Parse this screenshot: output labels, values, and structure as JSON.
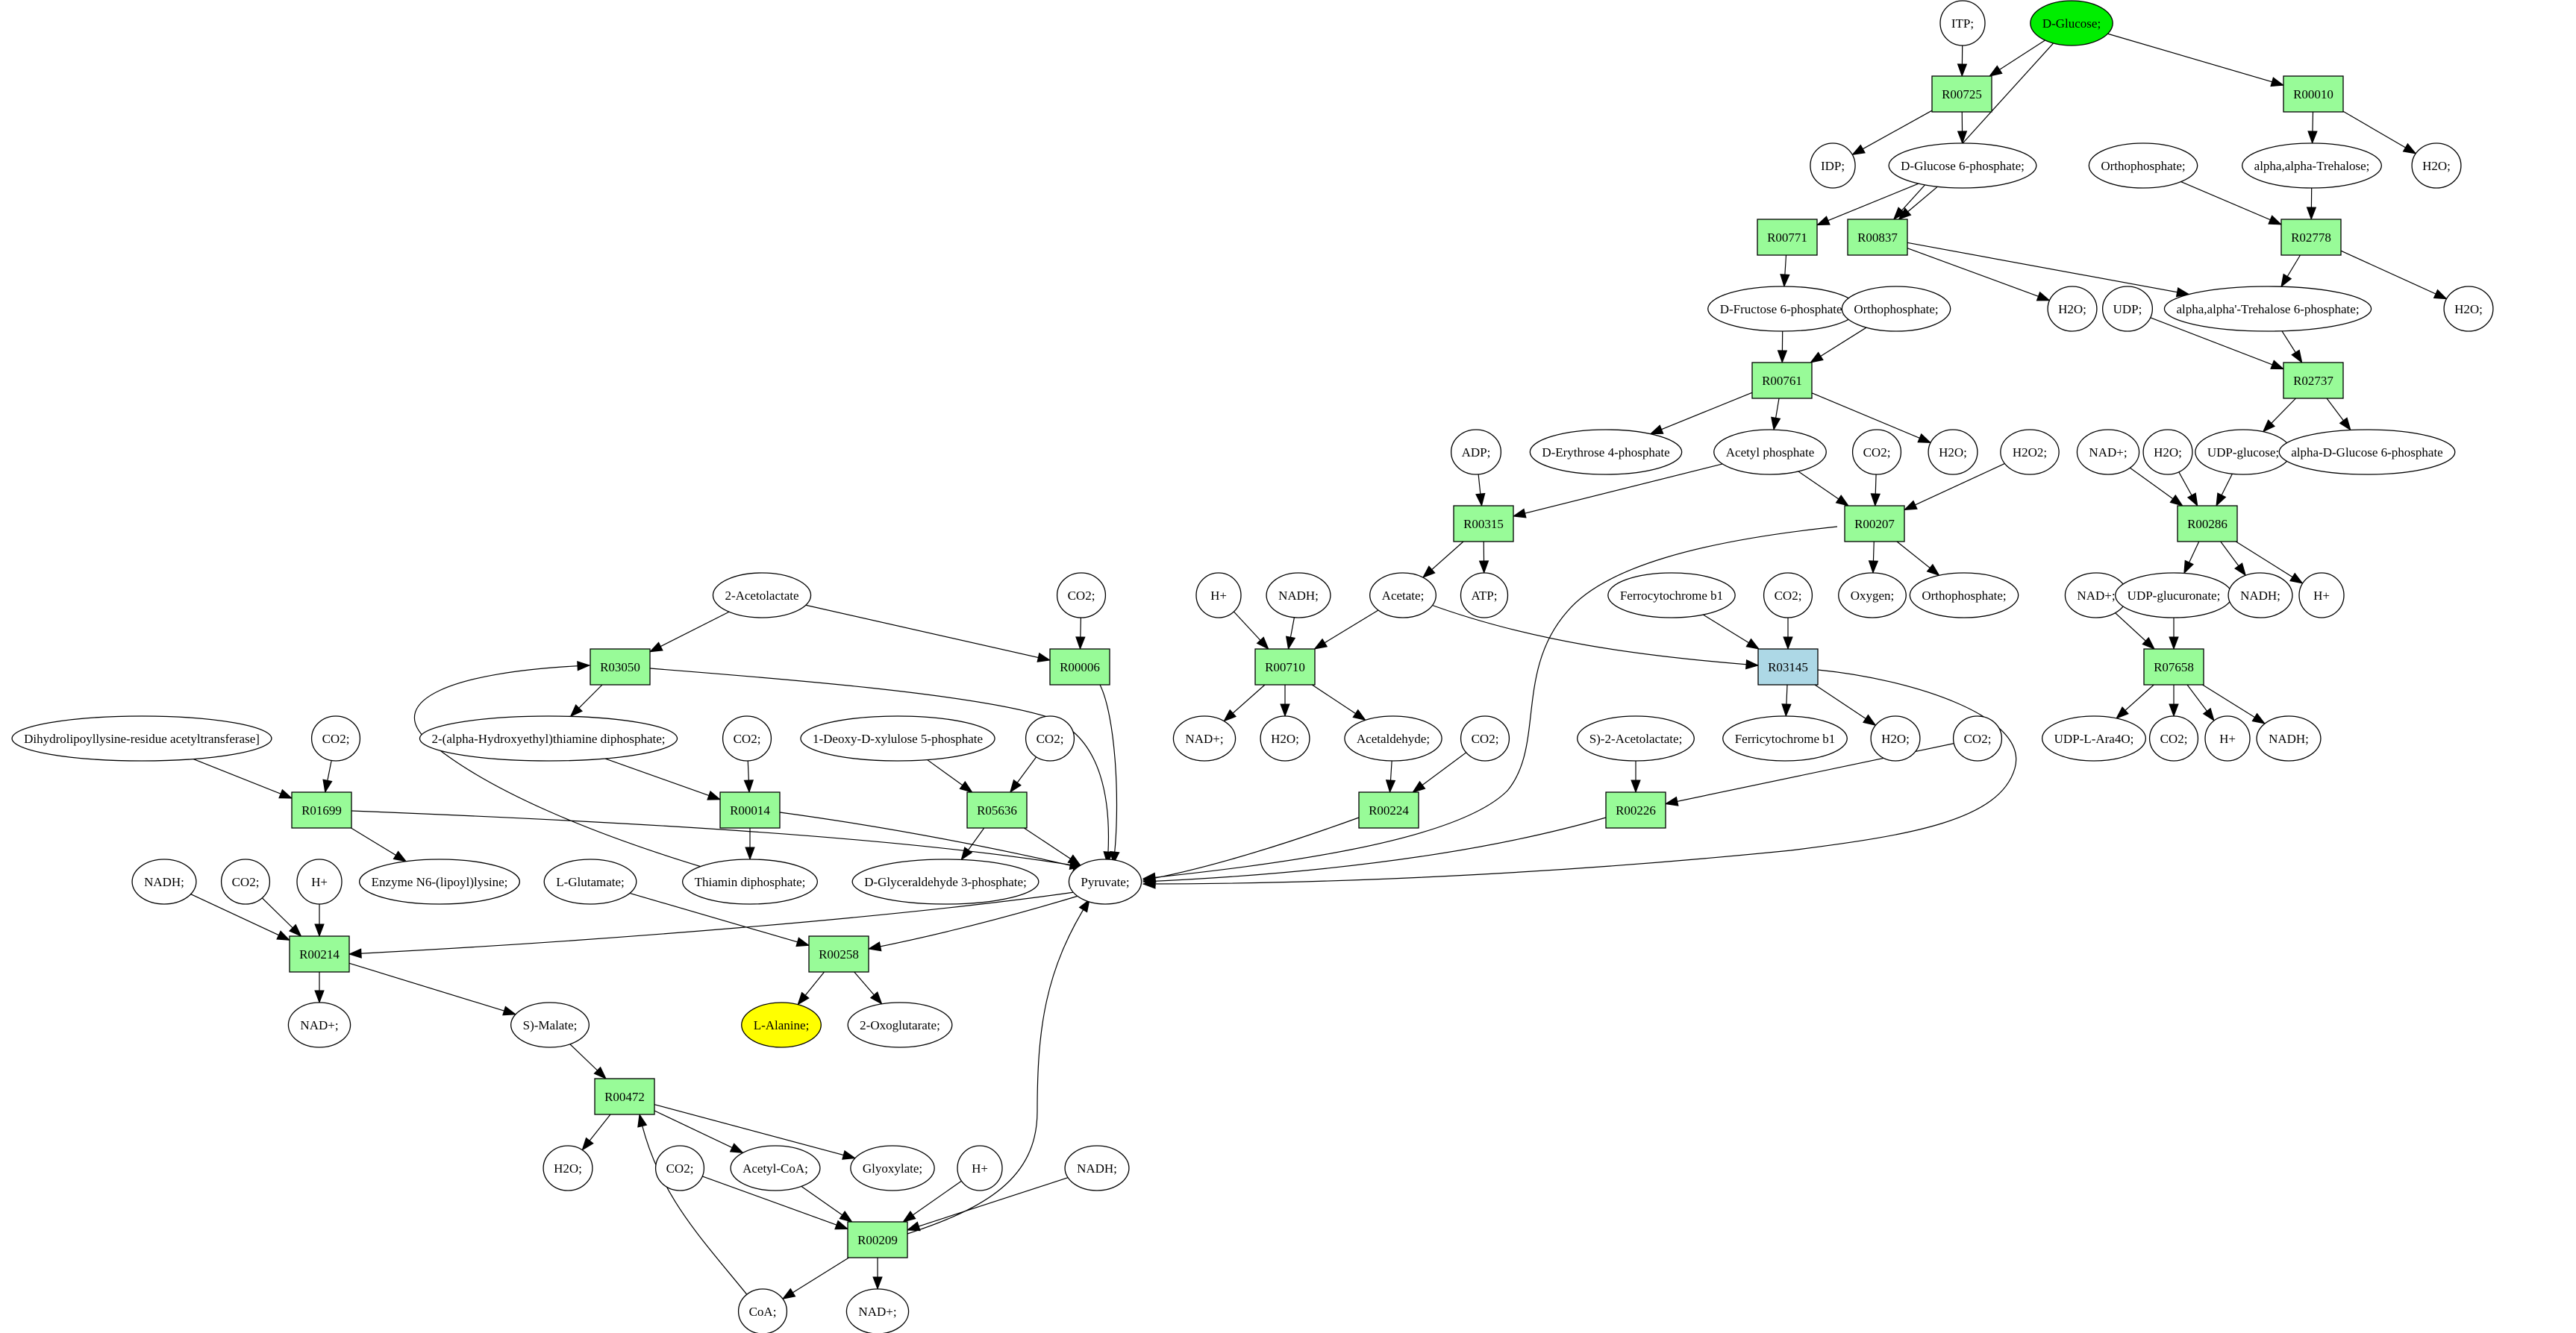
{
  "title": "Metabolic reaction network",
  "colors": {
    "reaction_default": "#98fb98",
    "reaction_highlight": "#add8e6",
    "compound_default": "#ffffff",
    "source_compound": "#00ee00",
    "target_compound": "#ffff00",
    "stroke": "#000000"
  },
  "nodes": [
    {
      "id": "c_itp",
      "label": "ITP;",
      "kind": "compound"
    },
    {
      "id": "c_glucose",
      "label": "D-Glucose;",
      "kind": "compound",
      "role": "source"
    },
    {
      "id": "r_R00725",
      "label": "R00725",
      "kind": "reaction"
    },
    {
      "id": "r_R00010",
      "label": "R00010",
      "kind": "reaction"
    },
    {
      "id": "c_idp",
      "label": "IDP;",
      "kind": "compound"
    },
    {
      "id": "c_g6p",
      "label": "D-Glucose 6-phosphate;",
      "kind": "compound"
    },
    {
      "id": "c_orthophosphate1",
      "label": "Orthophosphate;",
      "kind": "compound"
    },
    {
      "id": "c_trehalose",
      "label": "alpha,alpha-Trehalose;",
      "kind": "compound"
    },
    {
      "id": "c_h2o_1",
      "label": "H2O;",
      "kind": "compound"
    },
    {
      "id": "r_R00771",
      "label": "R00771",
      "kind": "reaction"
    },
    {
      "id": "r_R00837",
      "label": "R00837",
      "kind": "reaction"
    },
    {
      "id": "r_R02778",
      "label": "R02778",
      "kind": "reaction"
    },
    {
      "id": "c_f6p",
      "label": "D-Fructose 6-phosphate;",
      "kind": "compound"
    },
    {
      "id": "c_orthophosphate2",
      "label": "Orthophosphate;",
      "kind": "compound"
    },
    {
      "id": "c_h2o_2",
      "label": "H2O;",
      "kind": "compound"
    },
    {
      "id": "c_udp",
      "label": "UDP;",
      "kind": "compound"
    },
    {
      "id": "c_t6p",
      "label": "alpha,alpha'-Trehalose 6-phosphate;",
      "kind": "compound"
    },
    {
      "id": "c_h2o_3",
      "label": "H2O;",
      "kind": "compound"
    },
    {
      "id": "r_R00761",
      "label": "R00761",
      "kind": "reaction"
    },
    {
      "id": "r_R02737",
      "label": "R02737",
      "kind": "reaction"
    },
    {
      "id": "c_adp",
      "label": "ADP;",
      "kind": "compound"
    },
    {
      "id": "c_e4p",
      "label": "D-Erythrose 4-phosphate",
      "kind": "compound"
    },
    {
      "id": "c_acetylp",
      "label": "Acetyl phosphate",
      "kind": "compound"
    },
    {
      "id": "c_co2_1",
      "label": "CO2;",
      "kind": "compound"
    },
    {
      "id": "c_h2o_4",
      "label": "H2O;",
      "kind": "compound"
    },
    {
      "id": "c_h2o2",
      "label": "H2O2;",
      "kind": "compound"
    },
    {
      "id": "c_nadp_1",
      "label": "NAD+;",
      "kind": "compound"
    },
    {
      "id": "c_h2o_5",
      "label": "H2O;",
      "kind": "compound"
    },
    {
      "id": "c_udpglc",
      "label": "UDP-glucose;",
      "kind": "compound"
    },
    {
      "id": "c_ag6p",
      "label": "alpha-D-Glucose 6-phosphate",
      "kind": "compound"
    },
    {
      "id": "r_R00315",
      "label": "R00315",
      "kind": "reaction"
    },
    {
      "id": "r_R00207",
      "label": "R00207",
      "kind": "reaction"
    },
    {
      "id": "r_R00286",
      "label": "R00286",
      "kind": "reaction"
    },
    {
      "id": "c_acetolactate",
      "label": "2-Acetolactate",
      "kind": "compound"
    },
    {
      "id": "c_co2_2",
      "label": "CO2;",
      "kind": "compound"
    },
    {
      "id": "c_hplus_1",
      "label": "H+",
      "kind": "compound"
    },
    {
      "id": "c_nadh_1",
      "label": "NADH;",
      "kind": "compound"
    },
    {
      "id": "c_acetate",
      "label": "Acetate;",
      "kind": "compound"
    },
    {
      "id": "c_atp",
      "label": "ATP;",
      "kind": "compound"
    },
    {
      "id": "c_ferrocyt",
      "label": "Ferrocytochrome b1",
      "kind": "compound"
    },
    {
      "id": "c_co2_3",
      "label": "CO2;",
      "kind": "compound"
    },
    {
      "id": "c_oxygen",
      "label": "Oxygen;",
      "kind": "compound"
    },
    {
      "id": "c_orthophosphate3",
      "label": "Orthophosphate;",
      "kind": "compound"
    },
    {
      "id": "c_nadp_2",
      "label": "NAD+;",
      "kind": "compound"
    },
    {
      "id": "c_udpglcA",
      "label": "UDP-glucuronate;",
      "kind": "compound"
    },
    {
      "id": "c_nadh_2",
      "label": "NADH;",
      "kind": "compound"
    },
    {
      "id": "c_hplus_2",
      "label": "H+",
      "kind": "compound"
    },
    {
      "id": "r_R03050",
      "label": "R03050",
      "kind": "reaction"
    },
    {
      "id": "r_R00006",
      "label": "R00006",
      "kind": "reaction"
    },
    {
      "id": "r_R00710",
      "label": "R00710",
      "kind": "reaction"
    },
    {
      "id": "r_R03145",
      "label": "R03145",
      "kind": "reaction",
      "role": "highlight"
    },
    {
      "id": "r_R07658",
      "label": "R07658",
      "kind": "reaction"
    },
    {
      "id": "c_dihydrolipoyl",
      "label": "Dihydrolipoyllysine-residue acetyltransferase]",
      "kind": "compound"
    },
    {
      "id": "c_co2_4",
      "label": "CO2;",
      "kind": "compound"
    },
    {
      "id": "c_hetpp",
      "label": "2-(alpha-Hydroxyethyl)thiamine diphosphate;",
      "kind": "compound"
    },
    {
      "id": "c_co2_5",
      "label": "CO2;",
      "kind": "compound"
    },
    {
      "id": "c_dxp",
      "label": "1-Deoxy-D-xylulose 5-phosphate",
      "kind": "compound"
    },
    {
      "id": "c_co2_6",
      "label": "CO2;",
      "kind": "compound"
    },
    {
      "id": "c_nadp_3",
      "label": "NAD+;",
      "kind": "compound"
    },
    {
      "id": "c_h2o_6",
      "label": "H2O;",
      "kind": "compound"
    },
    {
      "id": "c_acetaldehyde",
      "label": "Acetaldehyde;",
      "kind": "compound"
    },
    {
      "id": "c_co2_7",
      "label": "CO2;",
      "kind": "compound"
    },
    {
      "id": "c_s_acetolactate",
      "label": "S)-2-Acetolactate;",
      "kind": "compound"
    },
    {
      "id": "c_ferricyt",
      "label": "Ferricytochrome b1",
      "kind": "compound"
    },
    {
      "id": "c_h2o_7",
      "label": "H2O;",
      "kind": "compound"
    },
    {
      "id": "c_co2_8",
      "label": "CO2;",
      "kind": "compound"
    },
    {
      "id": "c_udparab",
      "label": "UDP-L-Ara4O;",
      "kind": "compound"
    },
    {
      "id": "c_co2_9",
      "label": "CO2;",
      "kind": "compound"
    },
    {
      "id": "c_hplus_3",
      "label": "H+",
      "kind": "compound"
    },
    {
      "id": "c_nadh_3",
      "label": "NADH;",
      "kind": "compound"
    },
    {
      "id": "r_R01699",
      "label": "R01699",
      "kind": "reaction"
    },
    {
      "id": "r_R00014",
      "label": "R00014",
      "kind": "reaction"
    },
    {
      "id": "r_R05636",
      "label": "R05636",
      "kind": "reaction"
    },
    {
      "id": "r_R00224",
      "label": "R00224",
      "kind": "reaction"
    },
    {
      "id": "r_R00226",
      "label": "R00226",
      "kind": "reaction"
    },
    {
      "id": "c_nadh_4",
      "label": "NADH;",
      "kind": "compound"
    },
    {
      "id": "c_co2_10",
      "label": "CO2;",
      "kind": "compound"
    },
    {
      "id": "c_hplus_4",
      "label": "H+",
      "kind": "compound"
    },
    {
      "id": "c_lipoyllysine",
      "label": "Enzyme N6-(lipoyl)lysine;",
      "kind": "compound"
    },
    {
      "id": "c_glutamate",
      "label": "L-Glutamate;",
      "kind": "compound"
    },
    {
      "id": "c_tpp",
      "label": "Thiamin diphosphate;",
      "kind": "compound"
    },
    {
      "id": "c_gap",
      "label": "D-Glyceraldehyde 3-phosphate;",
      "kind": "compound"
    },
    {
      "id": "c_pyruvate",
      "label": "Pyruvate;",
      "kind": "compound"
    },
    {
      "id": "r_R00214",
      "label": "R00214",
      "kind": "reaction"
    },
    {
      "id": "r_R00258",
      "label": "R00258",
      "kind": "reaction"
    },
    {
      "id": "c_nadp_4",
      "label": "NAD+;",
      "kind": "compound"
    },
    {
      "id": "c_malate",
      "label": "S)-Malate;",
      "kind": "compound"
    },
    {
      "id": "c_alanine",
      "label": "L-Alanine;",
      "kind": "compound",
      "role": "target"
    },
    {
      "id": "c_oxoglutarate",
      "label": "2-Oxoglutarate;",
      "kind": "compound"
    },
    {
      "id": "r_R00472",
      "label": "R00472",
      "kind": "reaction"
    },
    {
      "id": "c_h2o_8",
      "label": "H2O;",
      "kind": "compound"
    },
    {
      "id": "c_co2_11",
      "label": "CO2;",
      "kind": "compound"
    },
    {
      "id": "c_acetylcoa",
      "label": "Acetyl-CoA;",
      "kind": "compound"
    },
    {
      "id": "c_glyoxylate",
      "label": "Glyoxylate;",
      "kind": "compound"
    },
    {
      "id": "c_hplus_5",
      "label": "H+",
      "kind": "compound"
    },
    {
      "id": "c_nadh_5",
      "label": "NADH;",
      "kind": "compound"
    },
    {
      "id": "r_R00209",
      "label": "R00209",
      "kind": "reaction"
    },
    {
      "id": "c_coa",
      "label": "CoA;",
      "kind": "compound"
    },
    {
      "id": "c_nadp_5",
      "label": "NAD+;",
      "kind": "compound"
    }
  ],
  "edges": [
    [
      "c_itp",
      "r_R00725"
    ],
    [
      "c_glucose",
      "r_R00725"
    ],
    [
      "c_glucose",
      "r_R00837"
    ],
    [
      "c_glucose",
      "r_R00010"
    ],
    [
      "r_R00725",
      "c_idp"
    ],
    [
      "r_R00725",
      "c_g6p"
    ],
    [
      "r_R00010",
      "c_trehalose"
    ],
    [
      "r_R00010",
      "c_h2o_1"
    ],
    [
      "c_g6p",
      "r_R00771"
    ],
    [
      "c_g6p",
      "r_R00837"
    ],
    [
      "c_orthophosphate1",
      "r_R02778"
    ],
    [
      "c_trehalose",
      "r_R02778"
    ],
    [
      "r_R00771",
      "c_f6p"
    ],
    [
      "r_R00837",
      "c_h2o_2"
    ],
    [
      "r_R00837",
      "c_t6p"
    ],
    [
      "r_R02778",
      "c_t6p"
    ],
    [
      "r_R02778",
      "c_h2o_3"
    ],
    [
      "c_f6p",
      "r_R00761"
    ],
    [
      "c_orthophosphate2",
      "r_R00761"
    ],
    [
      "c_udp",
      "r_R02737"
    ],
    [
      "c_t6p",
      "r_R02737"
    ],
    [
      "r_R00761",
      "c_e4p"
    ],
    [
      "r_R00761",
      "c_acetylp"
    ],
    [
      "r_R00761",
      "c_h2o_4"
    ],
    [
      "r_R02737",
      "c_udpglc"
    ],
    [
      "r_R02737",
      "c_ag6p"
    ],
    [
      "c_adp",
      "r_R00315"
    ],
    [
      "c_acetylp",
      "r_R00315"
    ],
    [
      "c_acetylp",
      "r_R00207"
    ],
    [
      "c_co2_1",
      "r_R00207"
    ],
    [
      "c_h2o2",
      "r_R00207"
    ],
    [
      "c_nadp_1",
      "r_R00286"
    ],
    [
      "c_h2o_5",
      "r_R00286"
    ],
    [
      "c_udpglc",
      "r_R00286"
    ],
    [
      "r_R00315",
      "c_acetate"
    ],
    [
      "r_R00315",
      "c_atp"
    ],
    [
      "r_R00207",
      "c_oxygen"
    ],
    [
      "r_R00207",
      "c_orthophosphate3"
    ],
    [
      "r_R00207",
      "c_pyruvate"
    ],
    [
      "r_R00286",
      "c_udpglcA"
    ],
    [
      "r_R00286",
      "c_nadh_2"
    ],
    [
      "r_R00286",
      "c_hplus_2"
    ],
    [
      "c_acetolactate",
      "r_R03050"
    ],
    [
      "c_acetolactate",
      "r_R00006"
    ],
    [
      "c_co2_2",
      "r_R00006"
    ],
    [
      "c_hplus_1",
      "r_R00710"
    ],
    [
      "c_nadh_1",
      "r_R00710"
    ],
    [
      "c_acetate",
      "r_R00710"
    ],
    [
      "c_acetate",
      "r_R03145"
    ],
    [
      "c_ferrocyt",
      "r_R03145"
    ],
    [
      "c_co2_3",
      "r_R03145"
    ],
    [
      "c_nadp_2",
      "r_R07658"
    ],
    [
      "c_udpglcA",
      "r_R07658"
    ],
    [
      "r_R03050",
      "c_hetpp"
    ],
    [
      "r_R03050",
      "c_pyruvate"
    ],
    [
      "r_R00006",
      "c_pyruvate"
    ],
    [
      "r_R00710",
      "c_nadp_3"
    ],
    [
      "r_R00710",
      "c_h2o_6"
    ],
    [
      "r_R00710",
      "c_acetaldehyde"
    ],
    [
      "r_R03145",
      "c_ferricyt"
    ],
    [
      "r_R03145",
      "c_h2o_7"
    ],
    [
      "r_R03145",
      "c_pyruvate"
    ],
    [
      "r_R07658",
      "c_udparab"
    ],
    [
      "r_R07658",
      "c_co2_9"
    ],
    [
      "r_R07658",
      "c_hplus_3"
    ],
    [
      "r_R07658",
      "c_nadh_3"
    ],
    [
      "c_dihydrolipoyl",
      "r_R01699"
    ],
    [
      "c_co2_4",
      "r_R01699"
    ],
    [
      "c_hetpp",
      "r_R00014"
    ],
    [
      "c_co2_5",
      "r_R00014"
    ],
    [
      "c_dxp",
      "r_R05636"
    ],
    [
      "c_co2_6",
      "r_R05636"
    ],
    [
      "c_acetaldehyde",
      "r_R00224"
    ],
    [
      "c_co2_7",
      "r_R00224"
    ],
    [
      "c_s_acetolactate",
      "r_R00226"
    ],
    [
      "c_co2_8",
      "r_R00226"
    ],
    [
      "r_R01699",
      "c_lipoyllysine"
    ],
    [
      "r_R01699",
      "c_pyruvate"
    ],
    [
      "r_R00014",
      "c_tpp"
    ],
    [
      "r_R00014",
      "c_pyruvate"
    ],
    [
      "r_R05636",
      "c_gap"
    ],
    [
      "r_R05636",
      "c_pyruvate"
    ],
    [
      "r_R00224",
      "c_pyruvate"
    ],
    [
      "r_R00226",
      "c_pyruvate"
    ],
    [
      "c_tpp",
      "r_R03050"
    ],
    [
      "c_nadh_4",
      "r_R00214"
    ],
    [
      "c_co2_10",
      "r_R00214"
    ],
    [
      "c_hplus_4",
      "r_R00214"
    ],
    [
      "c_pyruvate",
      "r_R00214"
    ],
    [
      "c_glutamate",
      "r_R00258"
    ],
    [
      "c_pyruvate",
      "r_R00258"
    ],
    [
      "r_R00214",
      "c_nadp_4"
    ],
    [
      "r_R00214",
      "c_malate"
    ],
    [
      "r_R00258",
      "c_alanine"
    ],
    [
      "r_R00258",
      "c_oxoglutarate"
    ],
    [
      "c_malate",
      "r_R00472"
    ],
    [
      "c_coa",
      "r_R00472"
    ],
    [
      "r_R00472",
      "c_h2o_8"
    ],
    [
      "r_R00472",
      "c_acetylcoa"
    ],
    [
      "r_R00472",
      "c_glyoxylate"
    ],
    [
      "c_co2_11",
      "r_R00209"
    ],
    [
      "c_acetylcoa",
      "r_R00209"
    ],
    [
      "c_hplus_5",
      "r_R00209"
    ],
    [
      "c_nadh_5",
      "r_R00209"
    ],
    [
      "r_R00209",
      "c_coa"
    ],
    [
      "r_R00209",
      "c_nadp_5"
    ],
    [
      "r_R00209",
      "c_pyruvate"
    ]
  ]
}
